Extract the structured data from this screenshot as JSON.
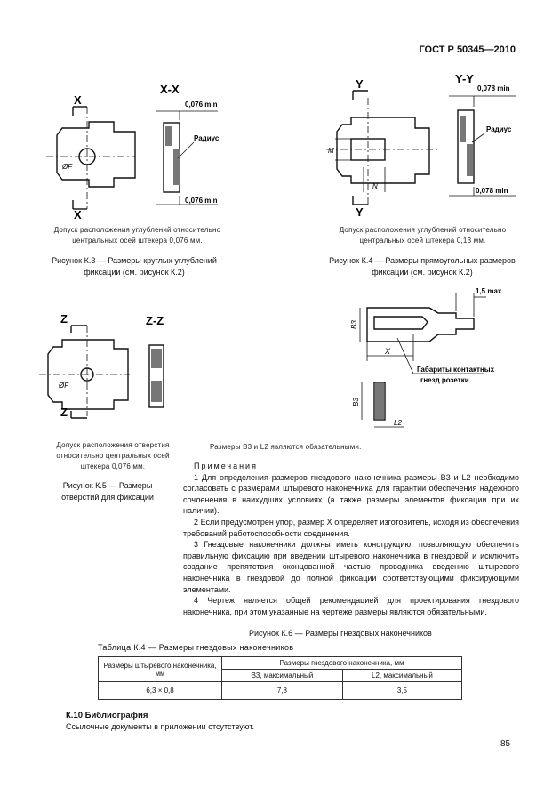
{
  "header": {
    "doc_id": "ГОСТ Р 50345—2010"
  },
  "fig_k3": {
    "section_left_a": "X",
    "section_left_b": "X",
    "section_title": "X-X",
    "dim_top": "0,076 min",
    "dim_bottom": "0,076 min",
    "radius_label": "Радиус",
    "diameter_label": "ØF",
    "note": "Допуск расположения углублений относительно центральных осей штекера 0,076 мм.",
    "caption": "Рисунок К.3 — Размеры круглых углублений фиксации (см. рисунок К.2)"
  },
  "fig_k4": {
    "section_left_a": "Y",
    "section_left_b": "Y",
    "section_title": "Y-Y",
    "dim_top": "0,078 min",
    "dim_bottom": "0,078 min",
    "radius_label": "Радиус",
    "dim_m": "M",
    "dim_n": "N",
    "note": "Допуск расположения углублений относительно центральных осей штекера 0,13 мм.",
    "caption": "Рисунок К.4 — Размеры прямоугольных размеров фиксации (см. рисунок К.2)"
  },
  "fig_k5": {
    "section_left_a": "Z",
    "section_left_b": "Z",
    "section_title": "Z-Z",
    "diameter_label": "ØF",
    "note": "Допуск расположения отверстия относительно центральных осей штекера 0,076 мм.",
    "caption": "Рисунок К.5 — Размеры отверстий для фиксации"
  },
  "fig_k6": {
    "dim_15": "1,5 max",
    "dim_b3_top": "B3",
    "dim_x": "X",
    "contact_label_1": "Габариты контактных",
    "contact_label_2": "гнезд розетки",
    "dim_b3_bottom": "B3",
    "dim_l2": "L2",
    "mandatory_note": "Размеры B3 и L2 являются обязательными.",
    "caption": "Рисунок К.6 — Размеры гнездовых наконечников"
  },
  "notes": {
    "heading": "Примечания",
    "n1": "1 Для определения размеров гнездового наконечника размеры B3 и L2 необходимо согласовать с размерами штыревого наконечника для гарантии обеспечения надежного сочленения в наихудших условиях (а также размеры элементов фиксации при их наличии).",
    "n2": "2 Если предусмотрен упор, размер X определяет изготовитель, исходя из обеспечения требований работоспособности соединения.",
    "n3": "3 Гнездовые наконечники должны иметь конструкцию, позволяющую обеспечить правильную фиксацию при введении штыревого наконечника в гнездовой и исключить создание препятствия оконцованной частью проводника введению штыревого наконечника в гнездовой до полной фиксации соответствующими фиксирующими элементами.",
    "n4": "4 Чертеж является общей рекомендацией для проектирования гнездового наконечника, при этом указанные на чертеже размеры являются обязательными."
  },
  "table_k4": {
    "title": "Таблица К.4 — Размеры гнездовых наконечников",
    "col1": "Размеры штыревого наконечника, мм",
    "col_group": "Размеры гнездового наконечника, мм",
    "col2": "B3, максимальный",
    "col3": "L2, максимальный",
    "row_v1": "6,3 × 0,8",
    "row_v2": "7,8",
    "row_v3": "3,5"
  },
  "bibliography": {
    "heading": "К.10 Библиография",
    "text": "Ссылочные документы в приложении отсутствуют."
  },
  "page_number": "85"
}
